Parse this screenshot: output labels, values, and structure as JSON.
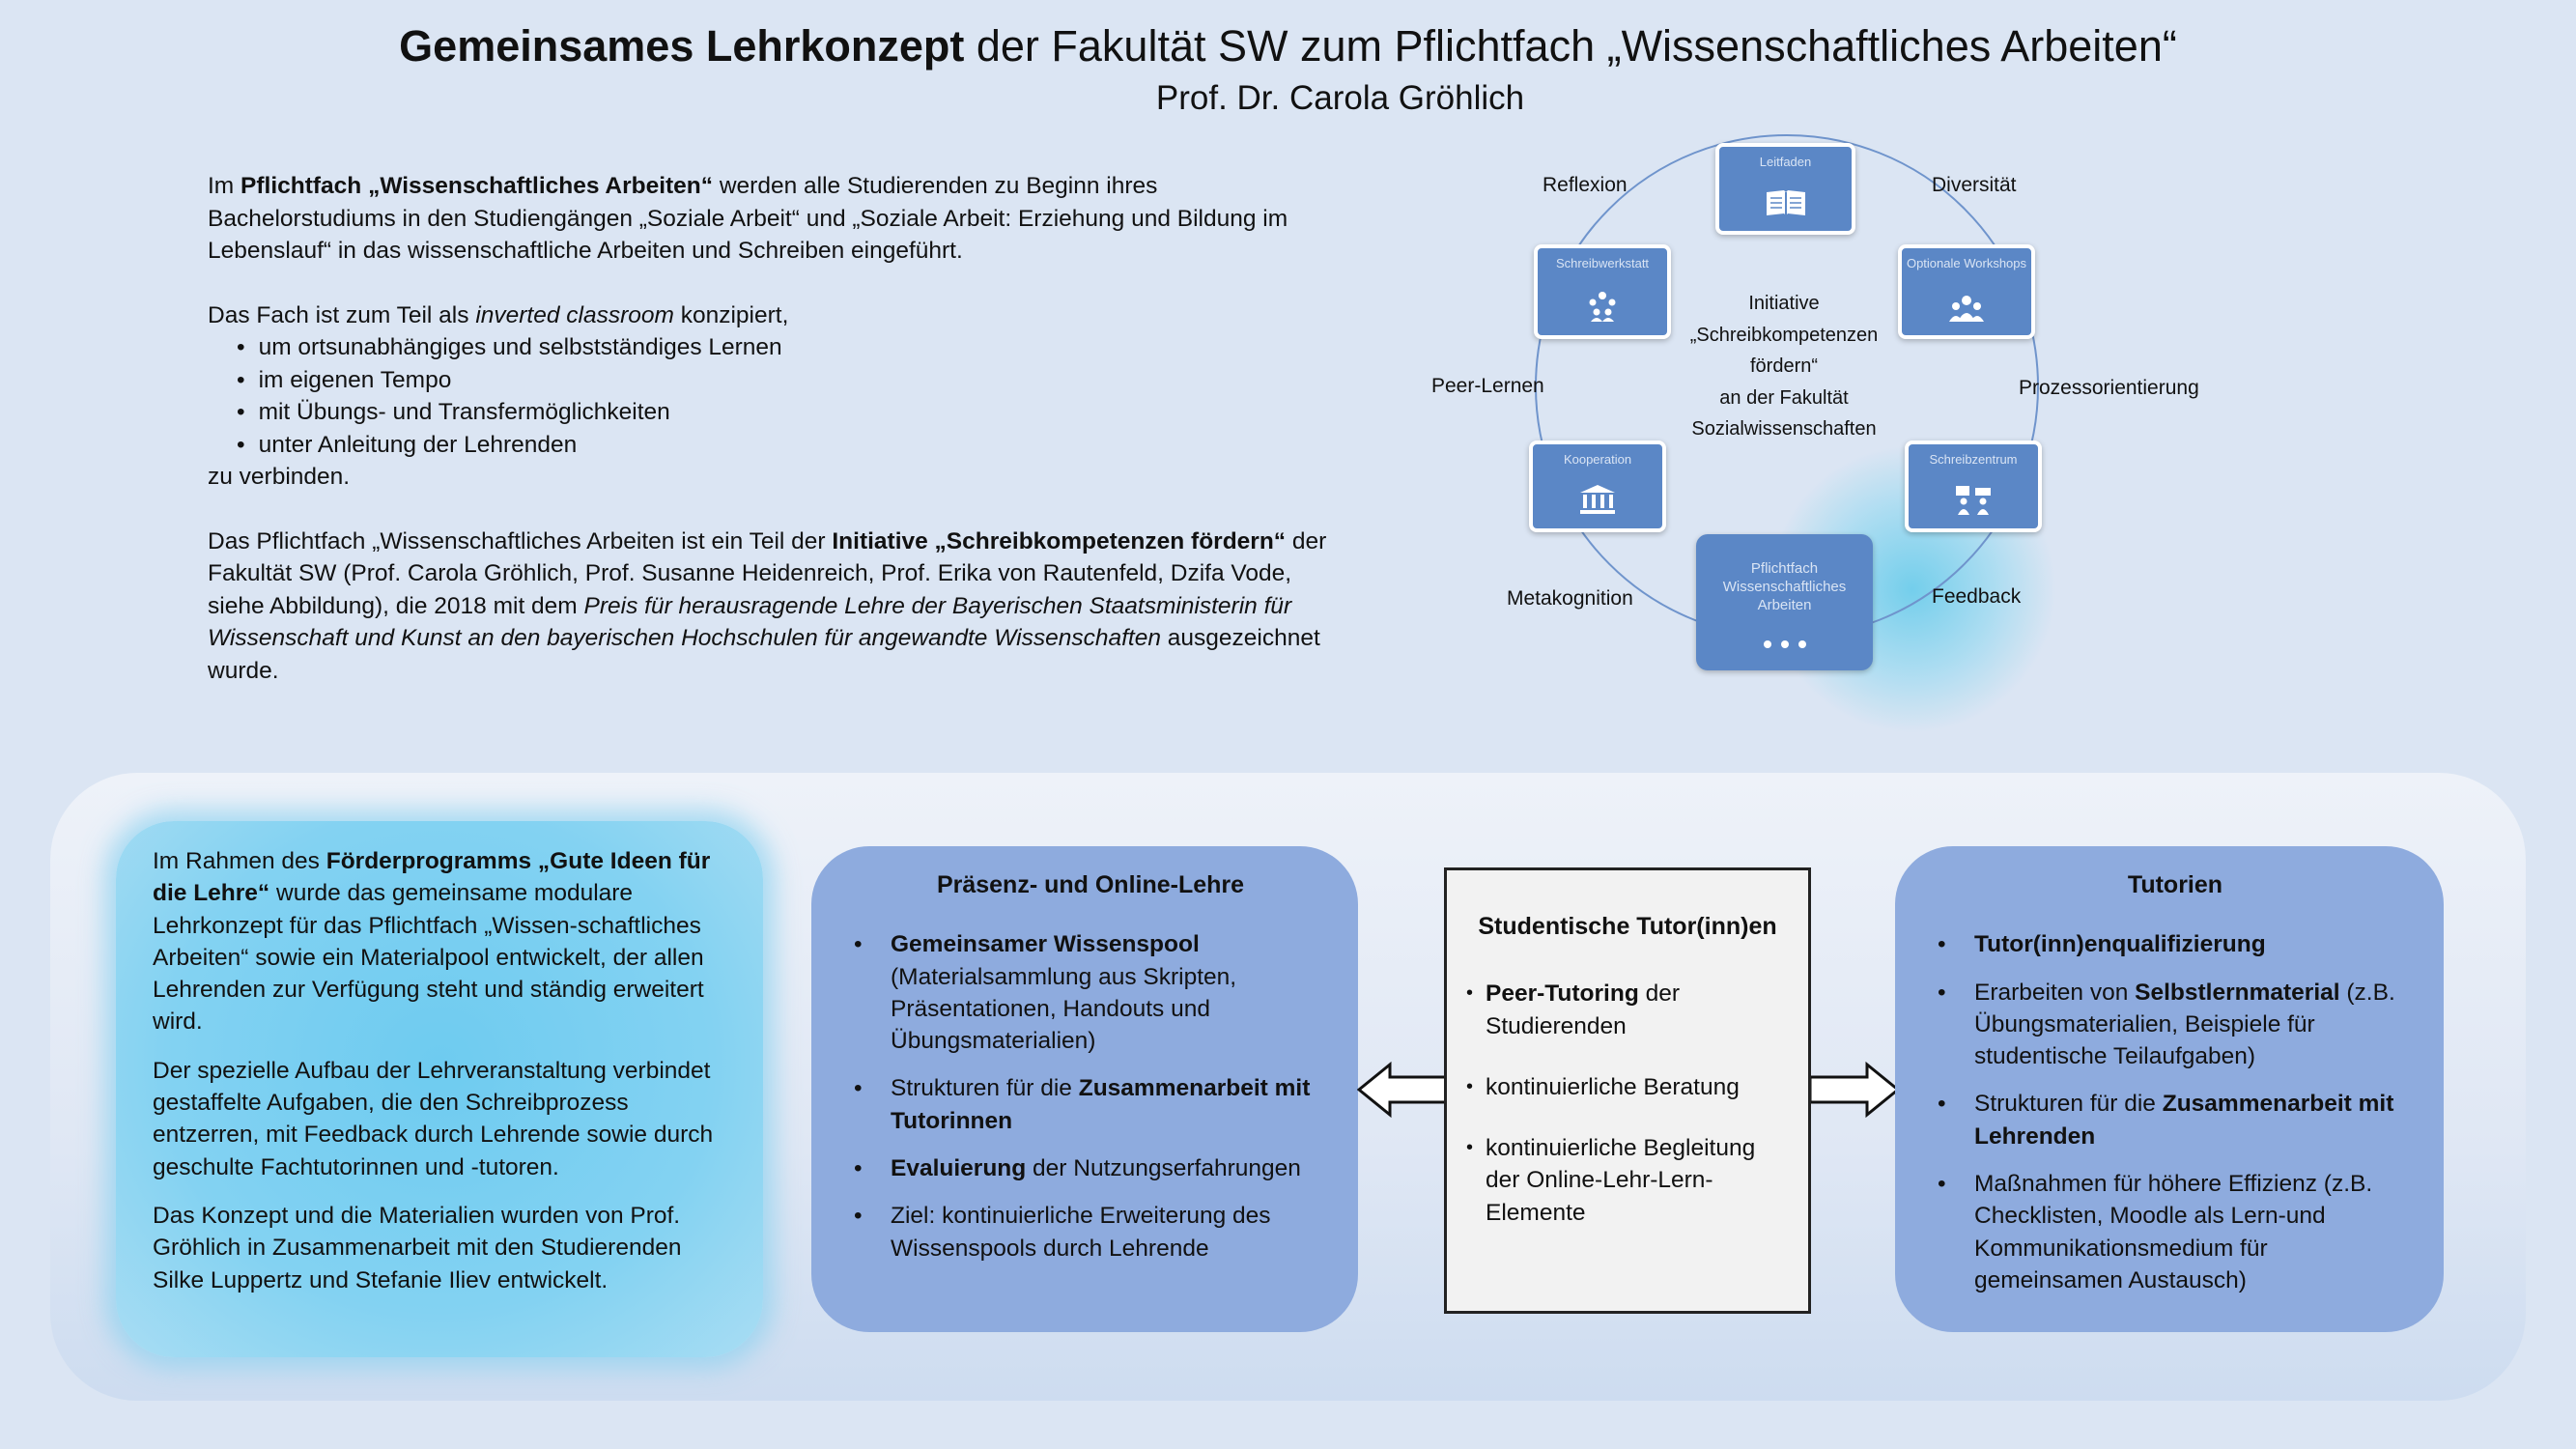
{
  "header": {
    "title_bold": "Gemeinsames Lehrkonzept",
    "title_rest": " der Fakultät SW zum Pflichtfach „Wissenschaftliches Arbeiten“",
    "author": "Prof. Dr. Carola Gröhlich"
  },
  "intro": {
    "p1_a": "Im ",
    "p1_b": "Pflichtfach „Wissenschaftliches Arbeiten“",
    "p1_c": " werden alle Studierenden zu Beginn ihres Bachelorstudiums in den Studiengängen „Soziale Arbeit“ und „Soziale Arbeit: Erziehung und Bildung im Lebenslauf“ in das wissenschaftliche Arbeiten und Schreiben eingeführt.",
    "p2_a": "Das Fach ist zum Teil als ",
    "p2_b": "inverted classroom",
    "p2_c": " konzipiert,",
    "bullets": [
      "um ortsunabhängiges und selbstständiges Lernen",
      "im eigenen Tempo",
      "mit Übungs- und Transfermöglichkeiten",
      "unter Anleitung der Lehrenden"
    ],
    "p2_end": "zu verbinden.",
    "p3_a": "Das Pflichtfach „Wissenschaftliches Arbeiten ist ein Teil der ",
    "p3_b": "Initiative „Schreibkompetenzen fördern“",
    "p3_c": " der Fakultät SW (Prof. Carola Gröhlich, Prof. Susanne Heidenreich, Prof. Erika von Rautenfeld, Dzifa Vode, siehe Abbildung), die 2018 mit dem ",
    "p3_d": "Preis für herausragende Lehre der Bayerischen Staatsministerin für Wissenschaft und Kunst an den bayerischen Hochschulen für angewandte Wissenschaften",
    "p3_e": " ausgezeichnet wurde."
  },
  "diagram": {
    "center_lines": [
      "Initiative",
      "„Schreibkompetenzen",
      "fördern“",
      "an der Fakultät",
      "Sozialwissenschaften"
    ],
    "nodes": {
      "leitfaden": "Leitfaden",
      "workshops": "Optionale Workshops",
      "schreibzentrum": "Schreibzentrum",
      "pflichtfach": "Pflichtfach Wissenschaftliches Arbeiten",
      "kooperation": "Kooperation",
      "schreibwerkstatt": "Schreibwerkstatt"
    },
    "labels": {
      "reflexion": "Reflexion",
      "diversitaet": "Diversität",
      "prozess": "Prozessorientierung",
      "feedback": "Feedback",
      "metakognition": "Metakognition",
      "peer": "Peer-Lernen"
    },
    "icons": {
      "leitfaden": "book-icon",
      "workshops": "group-icon",
      "schreibzentrum": "presentation-icon",
      "pflichtfach": "more-dots-icon",
      "kooperation": "institution-icon",
      "schreibwerkstatt": "team-icon"
    }
  },
  "funding": {
    "p1_a": "Im Rahmen des ",
    "p1_b": "Förderprogramms „Gute Ideen für die Lehre“",
    "p1_c": " wurde das gemeinsame modulare Lehrkonzept für das Pflichtfach „Wissen-schaftliches Arbeiten“ sowie ein Materialpool entwickelt, der allen Lehrenden zur Verfügung steht und ständig erweitert wird.",
    "p2": "Der spezielle Aufbau der Lehrveranstaltung verbindet gestaffelte Aufgaben, die den Schreibprozess entzerren, mit Feedback durch Lehrende sowie durch geschulte Fachtutorinnen und -tutoren.",
    "p3": "Das Konzept und die Materialien wurden von Prof. Gröhlich in Zusammenarbeit mit den Studierenden Silke Luppertz und Stefanie Iliev entwickelt."
  },
  "card_left": {
    "title": "Präsenz- und Online-Lehre",
    "b1_bold": "Gemeinsamer Wissenspool",
    "b1_rest": " (Materialsammlung aus Skripten, Präsentationen, Handouts und Übungsmaterialien)",
    "b2_a": "Strukturen für die ",
    "b2_bold": "Zusammenarbeit mit Tutorinnen",
    "b3_bold": "Evaluierung",
    "b3_rest": " der Nutzungserfahrungen",
    "b4": "Ziel: kontinuierliche Erweiterung des Wissenspools durch Lehrende"
  },
  "tutors": {
    "title": "Studentische Tutor(inn)en",
    "b1_bold": "Peer-Tutoring",
    "b1_rest": "  der Studierenden",
    "b2": "kontinuierliche Beratung",
    "b3": "kontinuierliche Begleitung der Online-Lehr-Lern-Elemente"
  },
  "card_right": {
    "title": "Tutorien",
    "b1_bold": "Tutor(inn)enqualifizierung",
    "b2_a": "Erarbeiten von ",
    "b2_bold": "Selbstlernmaterial",
    "b2_rest": " (z.B. Übungsmaterialien, Beispiele für studentische Teilaufgaben)",
    "b3_a": "Strukturen für die ",
    "b3_bold": "Zusammenarbeit mit Lehrenden",
    "b4": "Maßnahmen für höhere Effizienz  (z.B. Checklisten, Moodle als Lern-und Kommunikationsmedium für gemeinsamen Austausch)"
  },
  "colors": {
    "background": "#dbe5f3",
    "node_blue": "#5b87c6",
    "card_blue": "#8eabde",
    "funding_cyan": "#6ecbf0"
  }
}
